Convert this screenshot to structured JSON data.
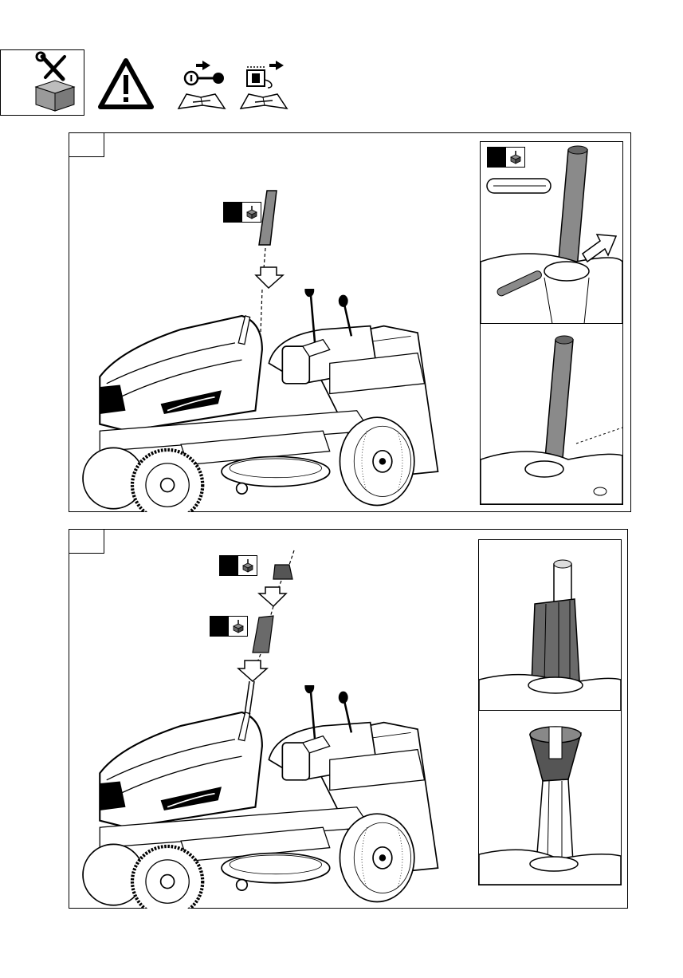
{
  "header": {
    "icons": [
      "tools-box-icon",
      "warning-icon",
      "key-remove-manual-icon",
      "battery-disconnect-manual-icon"
    ]
  },
  "steps": [
    {
      "number": "",
      "parts": [
        "steering-column-extension",
        "roll-pin"
      ]
    },
    {
      "number": "",
      "parts": [
        "steering-column-cover",
        "steering-column-cap"
      ]
    }
  ],
  "colors": {
    "part_fill": "#8a8a8a",
    "outline": "#000000",
    "background": "#ffffff"
  }
}
